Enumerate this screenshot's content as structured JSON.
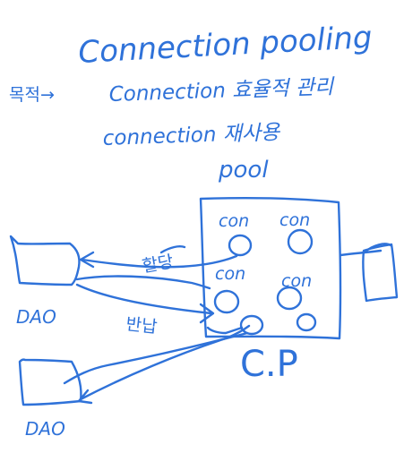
{
  "colors": {
    "ink": "#2f72d9",
    "background": "#ffffff"
  },
  "title": "Connection pooling",
  "purpose": {
    "prefix": "목적→",
    "line1": "Connection 효율적 관리",
    "line2": "connection 재사용",
    "line3": "pool"
  },
  "labels": {
    "borrow": "할당",
    "return": "반납",
    "dao_top": "DAO",
    "dao_bottom": "DAO",
    "pool_name": "C.P"
  },
  "connections": [
    "con",
    "con",
    "con",
    "con"
  ]
}
